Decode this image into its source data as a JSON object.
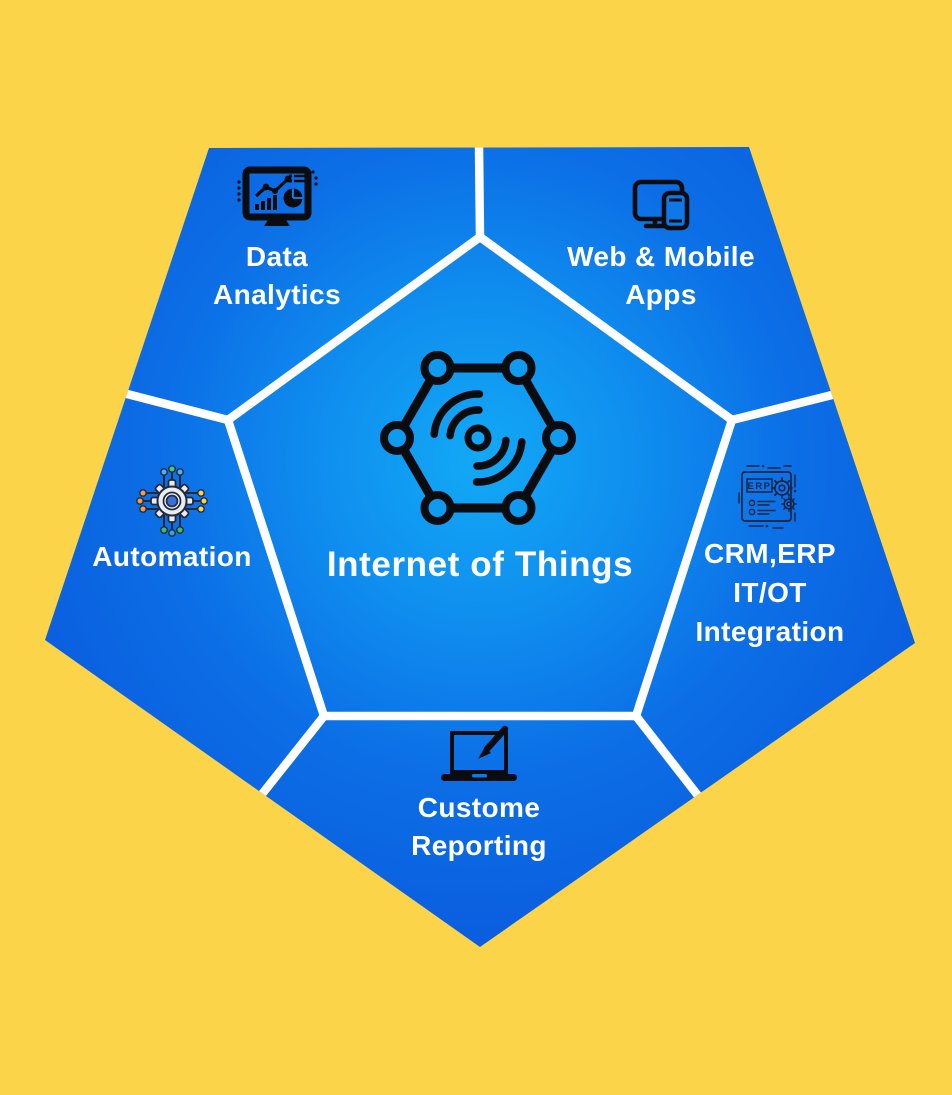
{
  "title": "Internet of Things",
  "colors": {
    "background": "#FCD449",
    "pentagon_gradient_center": "#12A9F6",
    "pentagon_gradient_edge": "#0A5ADD",
    "divider": "#FFFFFF",
    "label_text": "#FFFFFF",
    "icon_dark": "#0A0C10"
  },
  "center": {
    "label": "Internet of Things",
    "icon": "iot-hexagon-network-icon"
  },
  "segments": [
    {
      "id": "data-analytics",
      "position": "top-left",
      "icon": "analytics-dashboard-icon",
      "label_lines": [
        "Data",
        "Analytics"
      ]
    },
    {
      "id": "web-mobile-apps",
      "position": "top-right",
      "icon": "responsive-devices-icon",
      "label_lines": [
        "Web & Mobile",
        "Apps"
      ]
    },
    {
      "id": "crm-erp-it-ot-integration",
      "position": "right",
      "icon": "erp-document-gears-icon",
      "icon_text": "ERP",
      "label_lines": [
        "CRM,ERP",
        "IT/OT",
        "Integration"
      ]
    },
    {
      "id": "custome-reporting",
      "position": "bottom",
      "icon": "laptop-pencil-icon",
      "label_lines": [
        "Custome",
        "Reporting"
      ]
    },
    {
      "id": "automation",
      "position": "left",
      "icon": "automation-chip-gear-icon",
      "label_lines": [
        "Automation"
      ]
    }
  ]
}
